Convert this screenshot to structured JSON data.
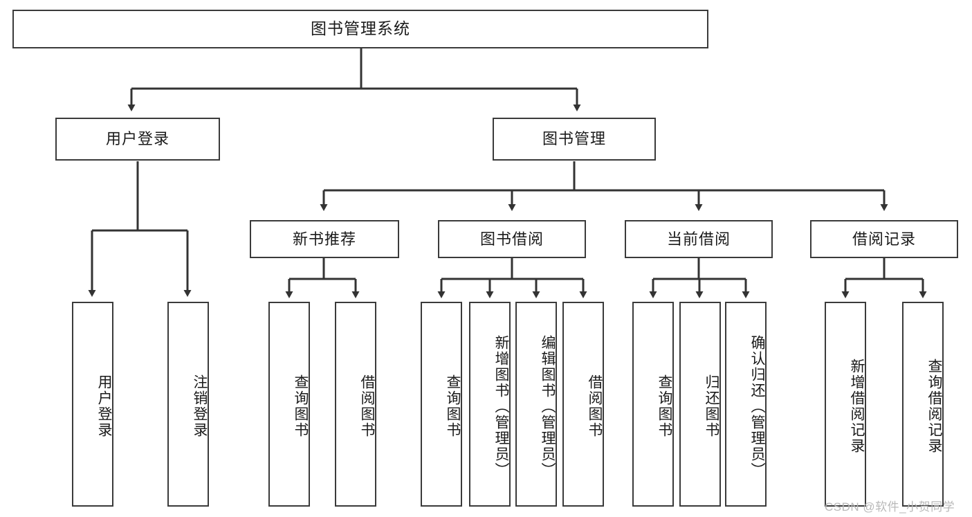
{
  "diagram": {
    "title": "图书管理系统",
    "type": "tree-hierarchy-chart",
    "colors": {
      "box_border": "#3a3a3a",
      "box_fill": "#ffffff",
      "connector": "#333333",
      "text": "#1a1a1a",
      "watermark": "#b9b9b9"
    },
    "levels": {
      "root": {
        "label": "图书管理系统"
      },
      "level2": [
        {
          "label": "用户登录"
        },
        {
          "label": "图书管理"
        }
      ],
      "level3": [
        {
          "label": "新书推荐"
        },
        {
          "label": "图书借阅"
        },
        {
          "label": "当前借阅"
        },
        {
          "label": "借阅记录"
        }
      ],
      "leaves": [
        {
          "label": "用户登录",
          "parent": "用户登录"
        },
        {
          "label": "注销登录",
          "parent": "用户登录"
        },
        {
          "label": "查询图书",
          "parent": "新书推荐"
        },
        {
          "label": "借阅图书",
          "parent": "新书推荐"
        },
        {
          "label": "查询图书",
          "parent": "图书借阅"
        },
        {
          "label": "新增图书（管理员）",
          "parent": "图书借阅"
        },
        {
          "label": "编辑图书（管理员）",
          "parent": "图书借阅"
        },
        {
          "label": "借阅图书",
          "parent": "图书借阅"
        },
        {
          "label": "查询图书",
          "parent": "当前借阅"
        },
        {
          "label": "归还图书",
          "parent": "当前借阅"
        },
        {
          "label": "确认归还（管理员）",
          "parent": "当前借阅"
        },
        {
          "label": "新增借阅记录",
          "parent": "借阅记录"
        },
        {
          "label": "查询借阅记录",
          "parent": "借阅记录"
        }
      ]
    }
  },
  "watermark": {
    "text": "CSDN @软件_小贺同学"
  }
}
